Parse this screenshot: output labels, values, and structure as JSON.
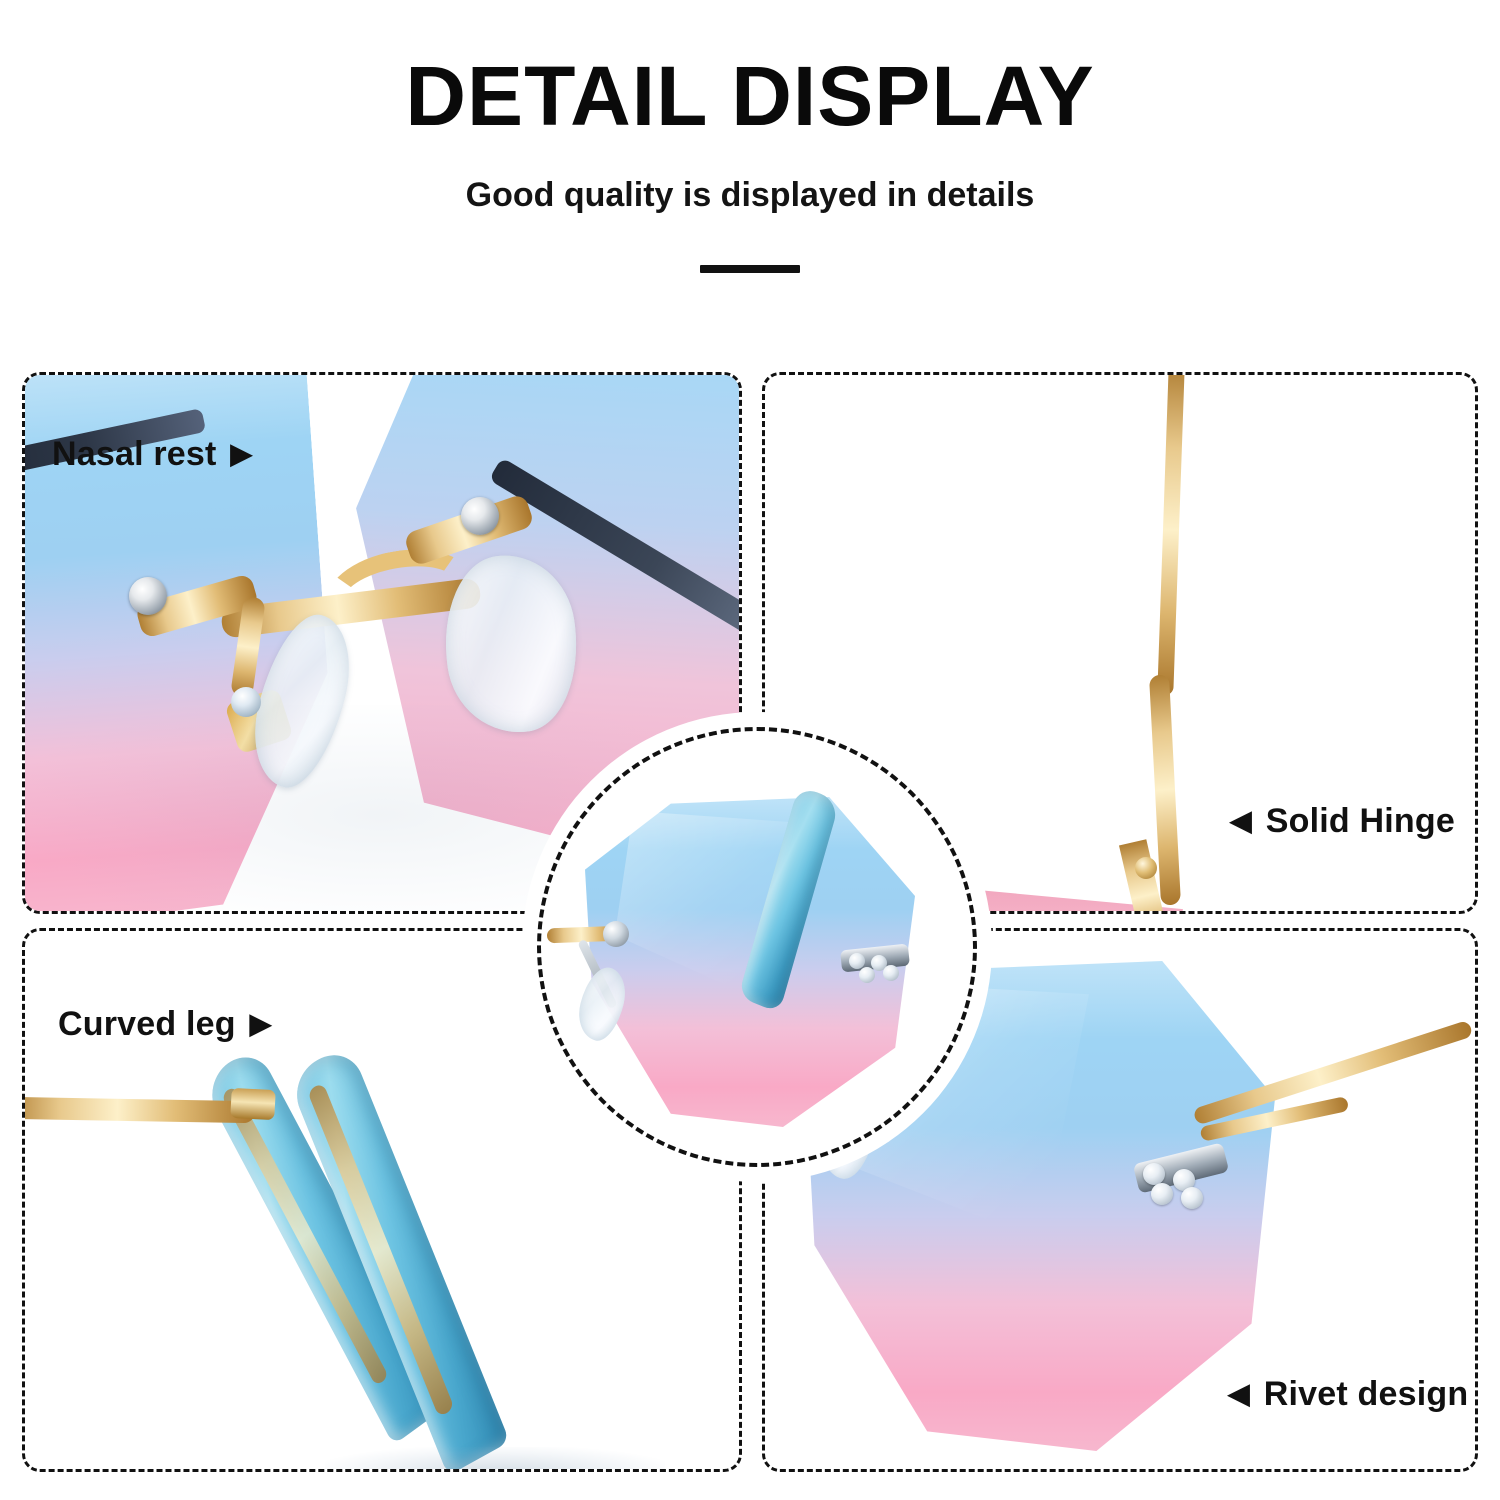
{
  "header": {
    "title": "DETAIL DISPLAY",
    "subtitle": "Good quality is displayed in details",
    "divider": "divider-bar"
  },
  "panels": [
    {
      "id": "nasal-rest",
      "label": "Nasal rest",
      "arrow": "▶",
      "arrow_side": "right",
      "description": "Gold metal nose bridge with clear silicone nose pads between two gradient lenses"
    },
    {
      "id": "solid-hinge",
      "label": "Solid Hinge",
      "arrow": "◀",
      "arrow_side": "left",
      "description": "Gold temple arm joined to lens edge by metal hinge"
    },
    {
      "id": "curved-leg",
      "label": "Curved leg",
      "arrow": "▶",
      "arrow_side": "right",
      "description": "Two blue translucent curved temple tips over gold metal cores"
    },
    {
      "id": "rivet-design",
      "label": "Rivet design",
      "arrow": "◀",
      "arrow_side": "left",
      "description": "Hexagonal rimless lens attached to gold temple with visible rivets"
    }
  ],
  "center_callout": {
    "id": "lens-closeup",
    "description": "Circular dashed magnifier showing hexagonal rimless lens and blue temple"
  },
  "colors": {
    "background": "#ffffff",
    "text": "#111111",
    "border_dashed": "#111111",
    "lens_top_blue": "#9ed4f4",
    "lens_mid_lavender": "#c9cdee",
    "lens_bottom_pink": "#f9a9c6",
    "gold": "#e8c98c",
    "gold_dark": "#a9762c",
    "temple_blue": "#5fb7d8",
    "metal_silver": "#b9c0c8"
  }
}
